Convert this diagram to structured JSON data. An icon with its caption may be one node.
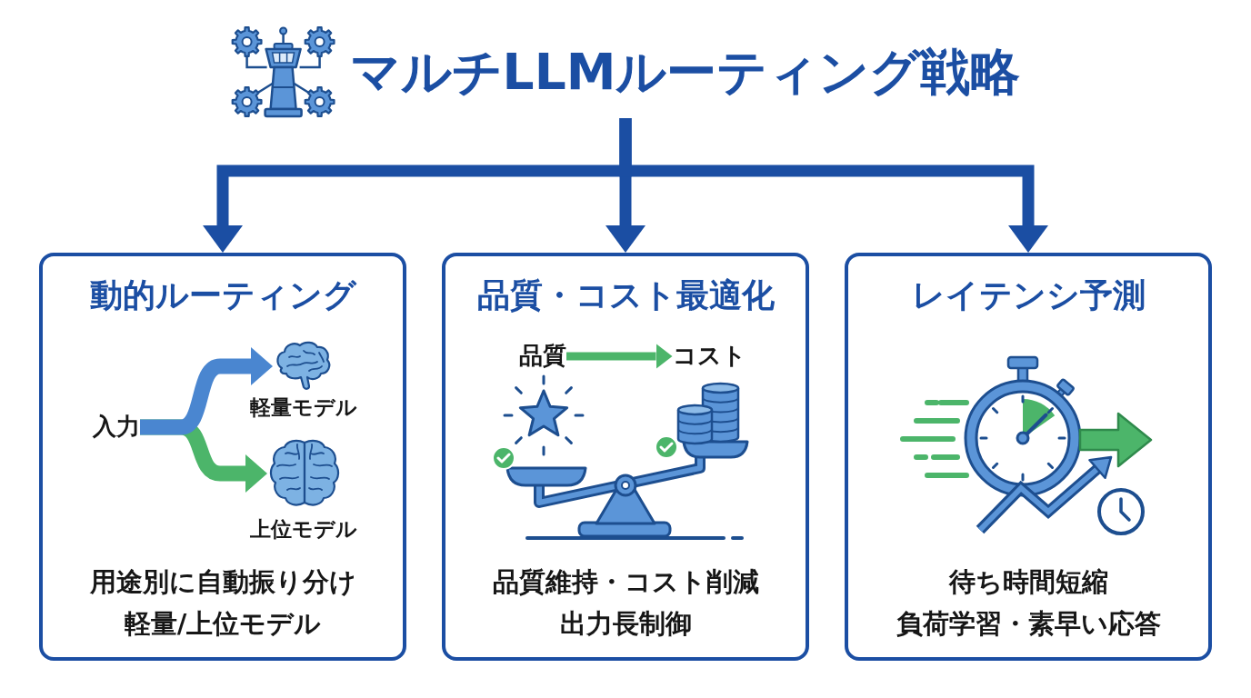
{
  "diagram": {
    "title": "マルチLLMルーティング戦略",
    "nodes": [
      {
        "text": [
          "動的ルーティング",
          "用途別に自動振り分け",
          "軽量/上位モデル"
        ]
      },
      {
        "text": [
          "入力"
        ],
        "in": 0
      },
      {
        "text": [],
        "shape": "picture",
        "in": 0,
        "beside": [
          "軽量モデル"
        ]
      },
      {
        "text": [],
        "shape": "picture",
        "in": 0,
        "beside": [
          "上位モデル"
        ]
      },
      {
        "text": [
          "品質・コスト最適化",
          "品質維持・コスト削減",
          "出力長制御"
        ]
      },
      {
        "text": [
          "品質"
        ],
        "in": 4
      },
      {
        "text": [
          "コスト"
        ],
        "in": 4
      },
      {
        "text": [
          "レイテンシ予測",
          "待ち時間短縮",
          "負荷学習・素早い応答"
        ]
      }
    ],
    "edges": [
      {
        "from": null,
        "to": 0,
        "arrow": "to"
      },
      {
        "from": null,
        "to": 4,
        "arrow": "to"
      },
      {
        "from": null,
        "to": 7,
        "arrow": "to"
      },
      {
        "from": 1,
        "to": 2,
        "arrow": "to",
        "color": "#4a86d0"
      },
      {
        "from": 1,
        "to": 3,
        "arrow": "to",
        "color": "#4cb56a"
      },
      {
        "from": 5,
        "to": 6,
        "arrow": "to",
        "color": "#4cb56a"
      }
    ]
  }
}
